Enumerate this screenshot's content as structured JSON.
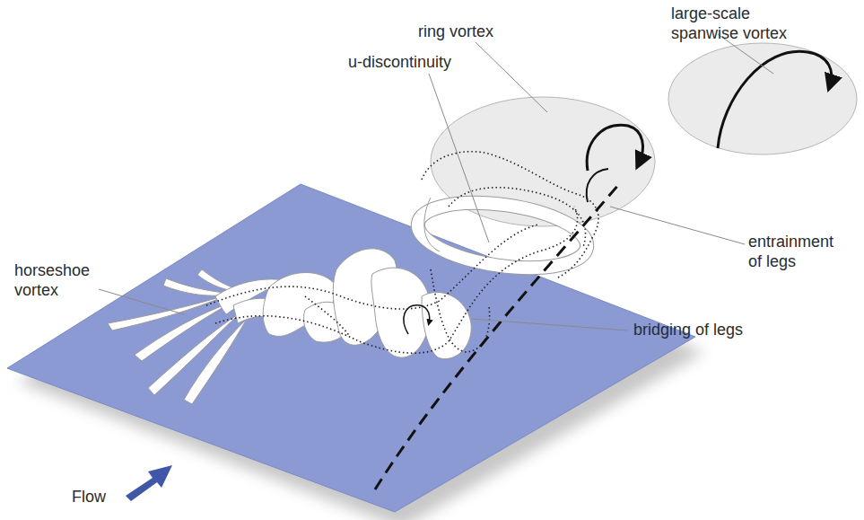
{
  "diagram": {
    "labels": [
      "large-scale spanwise vortex",
      "ring vortex",
      "u-discontinuity",
      "entrainment of legs",
      "bridging of legs",
      "horseshoe vortex",
      "Flow"
    ]
  }
}
